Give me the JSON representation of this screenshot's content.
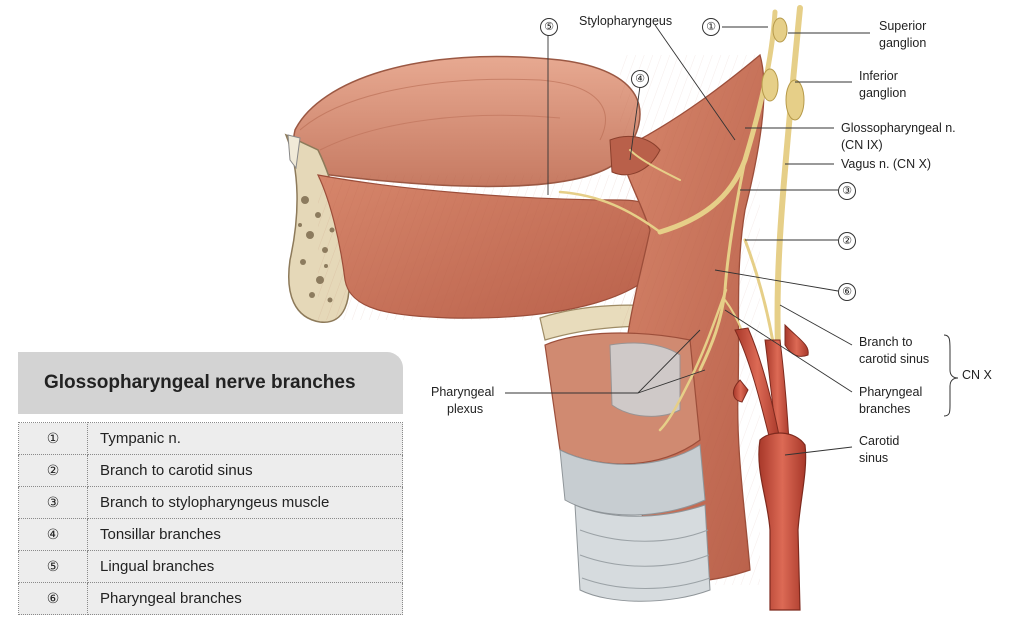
{
  "legend": {
    "title": "Glossopharyngeal  nerve branches",
    "rows": [
      {
        "num": "①",
        "text": "Tympanic n."
      },
      {
        "num": "②",
        "text": "Branch to carotid sinus"
      },
      {
        "num": "③",
        "text": "Branch to stylopharyngeus muscle"
      },
      {
        "num": "④",
        "text": "Tonsillar branches"
      },
      {
        "num": "⑤",
        "text": "Lingual branches"
      },
      {
        "num": "⑥",
        "text": "Pharyngeal branches"
      }
    ]
  },
  "labels": {
    "stylopharyngeus": "Stylopharyngeus",
    "superior_ganglion_1": "Superior",
    "superior_ganglion_2": "ganglion",
    "inferior_ganglion_1": "Inferior",
    "inferior_ganglion_2": "ganglion",
    "glosso_1": "Glossopharyngeal n.",
    "glosso_2": "(CN IX)",
    "vagus": "Vagus n. (CN X)",
    "branch_carotid_1": "Branch to",
    "branch_carotid_2": "carotid sinus",
    "pharyngeal_branches_1": "Pharyngeal",
    "pharyngeal_branches_2": "branches",
    "cn_x": "CN X",
    "carotid_sinus_1": "Carotid",
    "carotid_sinus_2": "sinus",
    "pharyngeal_plexus_1": "Pharyngeal",
    "pharyngeal_plexus_2": "plexus"
  },
  "callouts": {
    "c1": "①",
    "c2": "②",
    "c3": "③",
    "c4": "④",
    "c5": "⑤",
    "c6": "⑥"
  },
  "colors": {
    "muscle": "#c9765c",
    "muscle_dark": "#a8553f",
    "tongue": "#d8907a",
    "nerve": "#e8d38c",
    "artery": "#c8503e",
    "bone": "#e8dcc0",
    "cartilage": "#c9cfd3"
  }
}
